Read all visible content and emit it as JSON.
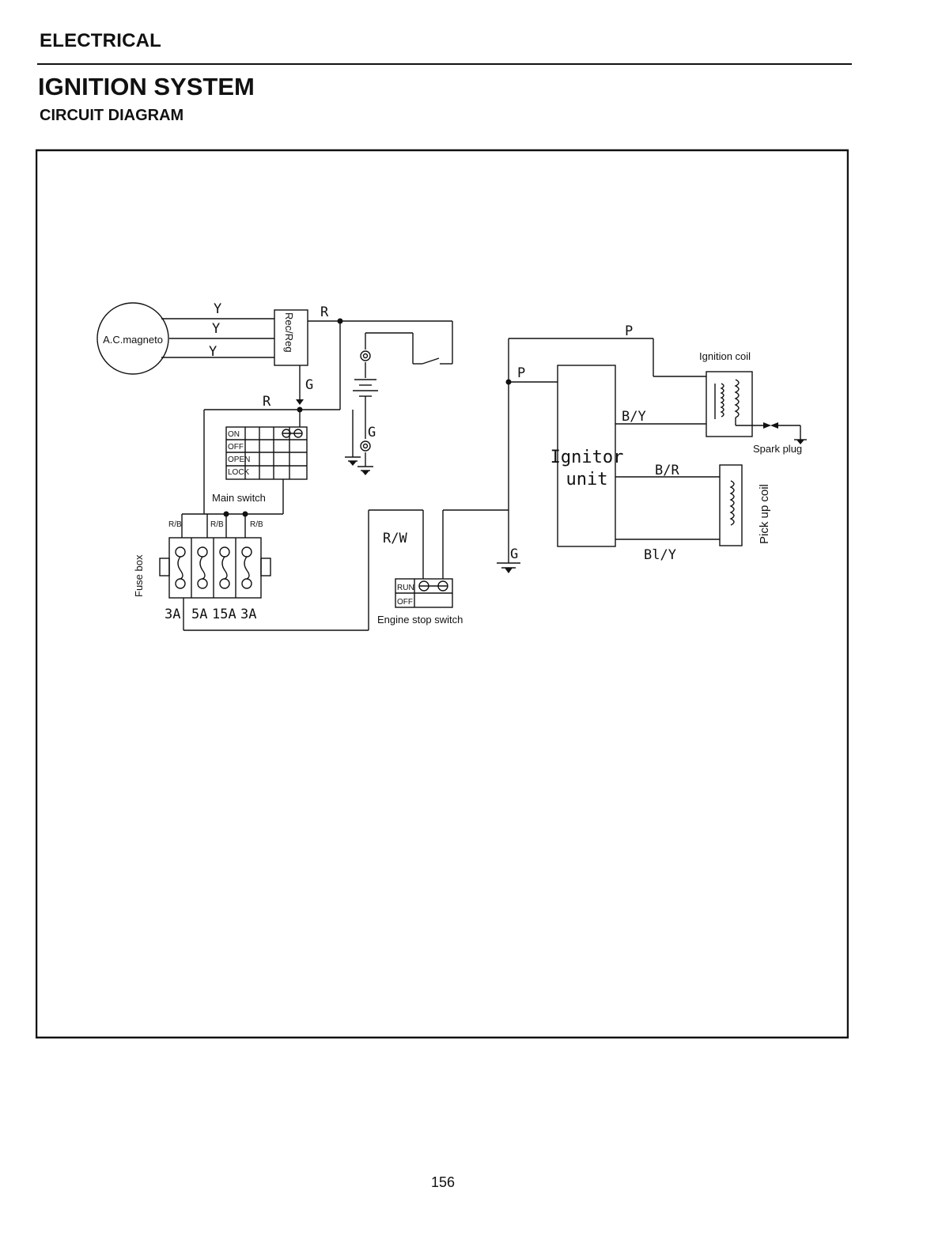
{
  "header": {
    "section": "ELECTRICAL",
    "title": "IGNITION SYSTEM",
    "subtitle": "CIRCUIT DIAGRAM"
  },
  "diagram": {
    "components": {
      "magneto": "A.C.magneto",
      "rec_reg": "Rec/Reg",
      "main_switch": "Main switch",
      "fuse_box": "Fuse box",
      "engine_stop_switch": "Engine stop switch",
      "ignitor_line1": "Ignitor",
      "ignitor_line2": "unit",
      "ignition_coil": "Ignition coil",
      "spark_plug": "Spark plug",
      "pickup_coil": "Pick up coil"
    },
    "main_switch_positions": [
      "ON",
      "OFF",
      "OPEN",
      "LOCK"
    ],
    "engine_stop_positions": [
      "RUN",
      "OFF"
    ],
    "fuses": [
      "3A",
      "5A",
      "15A",
      "3A"
    ],
    "wires": {
      "y1": "Y",
      "y2": "Y",
      "y3": "Y",
      "r_top": "R",
      "r_main": "R",
      "g_rec": "G",
      "g_batt": "G",
      "g_ignitor": "G",
      "p_top": "P",
      "p_left": "P",
      "by": "B/Y",
      "br": "B/R",
      "bly": "Bl/Y",
      "rw": "R/W",
      "rb1": "R/B",
      "rb2": "R/B",
      "rb3": "R/B"
    }
  },
  "footer": {
    "page_number": "156"
  }
}
